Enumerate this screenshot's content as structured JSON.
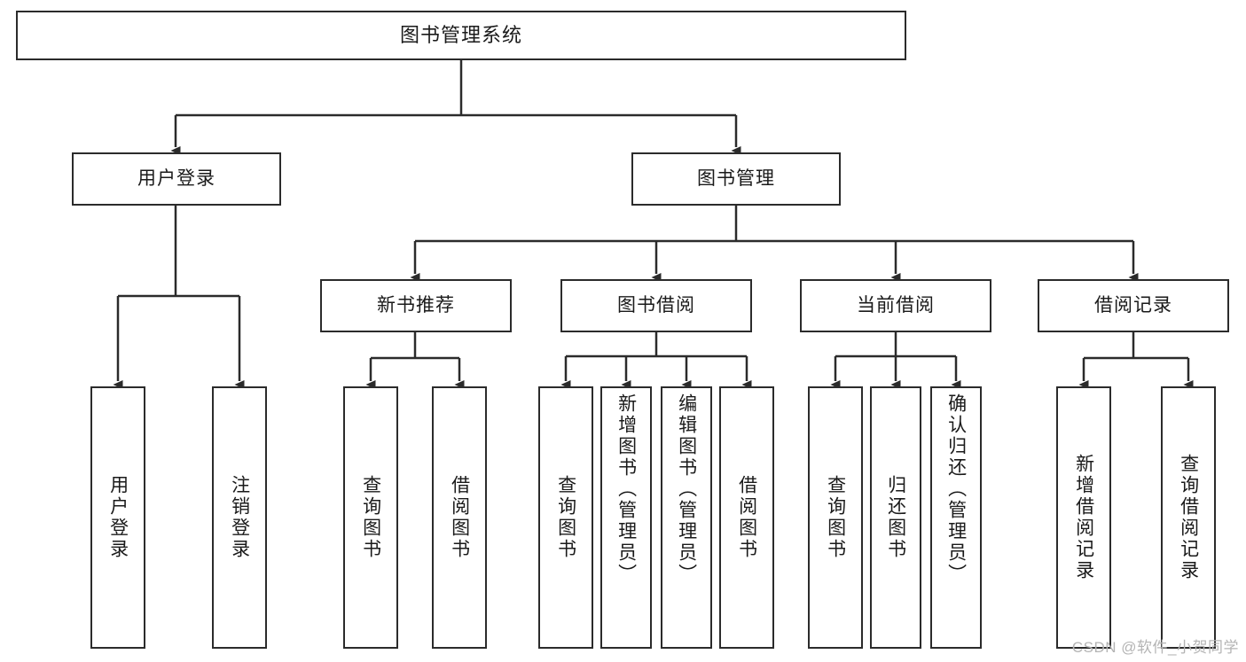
{
  "diagram": {
    "title": "图书管理系统",
    "type": "tree",
    "orientation": "top-down",
    "colors": {
      "stroke": "#2b2b2b",
      "fill": "#ffffff",
      "text": "#1a1a1a",
      "background": "#ffffff",
      "watermark": "#b4b4b4"
    },
    "nodes": {
      "root": {
        "label": "图书管理系统"
      },
      "level1": [
        {
          "id": "user-login",
          "label": "用户登录"
        },
        {
          "id": "book-manage",
          "label": "图书管理"
        }
      ],
      "level2": [
        {
          "id": "new-book-recommend",
          "label": "新书推荐"
        },
        {
          "id": "book-borrow",
          "label": "图书借阅"
        },
        {
          "id": "current-borrow",
          "label": "当前借阅"
        },
        {
          "id": "borrow-record",
          "label": "借阅记录"
        }
      ],
      "leaves": {
        "user_login": [
          {
            "id": "leaf-user-login",
            "label": "用户登录"
          },
          {
            "id": "leaf-logout",
            "label": "注销登录"
          }
        ],
        "new_book_recommend": [
          {
            "id": "leaf-query-book-1",
            "label": "查询图书"
          },
          {
            "id": "leaf-borrow-book-1",
            "label": "借阅图书"
          }
        ],
        "book_borrow": [
          {
            "id": "leaf-query-book-2",
            "label": "查询图书"
          },
          {
            "id": "leaf-add-book",
            "label": "新增图书（管理员）"
          },
          {
            "id": "leaf-edit-book",
            "label": "编辑图书（管理员）"
          },
          {
            "id": "leaf-borrow-book-2",
            "label": "借阅图书"
          }
        ],
        "current_borrow": [
          {
            "id": "leaf-query-book-3",
            "label": "查询图书"
          },
          {
            "id": "leaf-return-book",
            "label": "归还图书"
          },
          {
            "id": "leaf-confirm-return",
            "label": "确认归还（管理员）"
          }
        ],
        "borrow_record": [
          {
            "id": "leaf-add-record",
            "label": "新增借阅记录"
          },
          {
            "id": "leaf-query-record",
            "label": "查询借阅记录"
          }
        ]
      }
    },
    "watermark": "CSDN @软件_小贺同学"
  }
}
